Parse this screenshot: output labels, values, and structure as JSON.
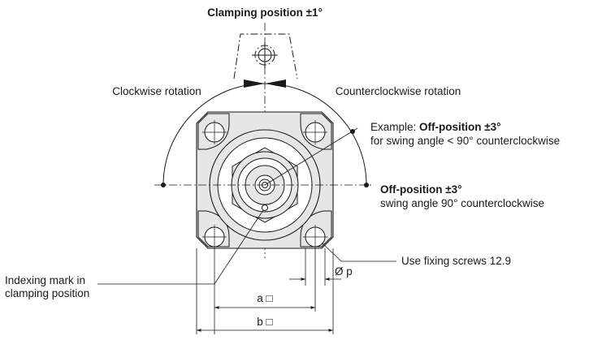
{
  "labels": {
    "clamping_position": "Clamping position ±1°",
    "clockwise": "Clockwise rotation",
    "counterclockwise": "Counterclockwise rotation",
    "example_prefix": "Example: ",
    "example_bold": "Off-position ±3°",
    "example_line2": "for swing angle < 90° counterclockwise",
    "off_position_bold": "Off-position ±3°",
    "off_position_line2": "swing angle 90° counterclockwise",
    "fixing_screws": "Use fixing screws 12.9",
    "diameter_p": "Ø p",
    "indexing_line1": "Indexing mark in",
    "indexing_line2": "clamping position",
    "dim_a": "a □",
    "dim_b": "b □"
  },
  "colors": {
    "body_fill": "#e6e6e6",
    "stroke": "#1a1a1a",
    "background": "#ffffff"
  }
}
